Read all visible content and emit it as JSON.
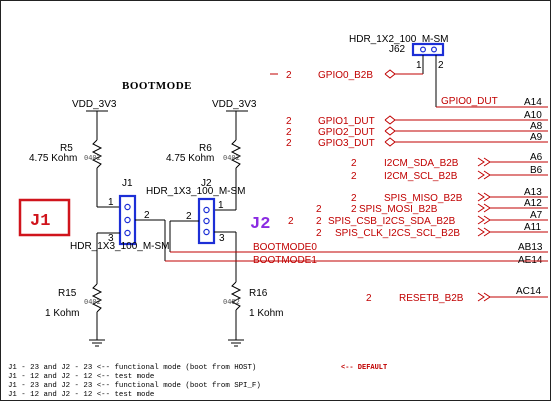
{
  "title": "BOOTMODE",
  "callouts": {
    "j1": {
      "label": "J1",
      "color": "#d0141c"
    },
    "j2": {
      "label": "J2",
      "color": "#8a2be2"
    }
  },
  "power": {
    "left": "VDD_3V3",
    "right": "VDD_3V3"
  },
  "resistors": {
    "r5": {
      "ref": "R5",
      "value": "4.75 Kohm",
      "pkg": "0402"
    },
    "r6": {
      "ref": "R6",
      "value": "4.75 Kohm",
      "pkg": "0402"
    },
    "r15": {
      "ref": "R15",
      "value": "1 Kohm",
      "pkg": "0402"
    },
    "r16": {
      "ref": "R16",
      "value": "1 Kohm",
      "pkg": "0402"
    }
  },
  "headers": {
    "j1": {
      "ref": "J1",
      "part": "HDR_1X3_100_M-SM"
    },
    "j2": {
      "ref": "J2",
      "part": "HDR_1X3_100_M-SM"
    },
    "j62": {
      "ref": "J62",
      "part": "HDR_1X2_100_M-SM"
    }
  },
  "pins": {
    "p1": "1",
    "p2": "2",
    "p3": "3"
  },
  "nets": {
    "gpio0_b2b": "GPIO0_B2B",
    "gpio0_dut": "GPIO0_DUT",
    "gpio1_dut": "GPIO1_DUT",
    "gpio2_dut": "GPIO2_DUT",
    "gpio3_dut": "GPIO3_DUT",
    "i2cm_sda": "I2CM_SDA_B2B",
    "i2cm_scl": "I2CM_SCL_B2B",
    "spis_miso": "SPIS_MISO_B2B",
    "spis_mosi": "SPIS_MOSI_B2B",
    "spis_csb": "SPIS_CSB_I2CS_SDA_B2B",
    "spis_clk": "SPIS_CLK_I2CS_SCL_B2B",
    "bootmode0": "BOOTMODE0",
    "bootmode1": "BOOTMODE1",
    "resetb": "RESETB_B2B"
  },
  "balls": [
    "A14",
    "A10",
    "A8",
    "A9",
    "A6",
    "B6",
    "A13",
    "A12",
    "A7",
    "A11",
    "AB13",
    "AE14",
    "AC14"
  ],
  "notes": [
    "J1 - 23 and J2 - 23 <-- functional mode (boot from HOST)",
    "J1 - 12 and J2 - 12 <-- test mode",
    "J1 - 23 and J2 - 23 <-- functional mode (boot from SPI_F)",
    "J1 - 12 and J2 - 12 <-- test mode"
  ],
  "default_tag": "<-- DEFAULT"
}
